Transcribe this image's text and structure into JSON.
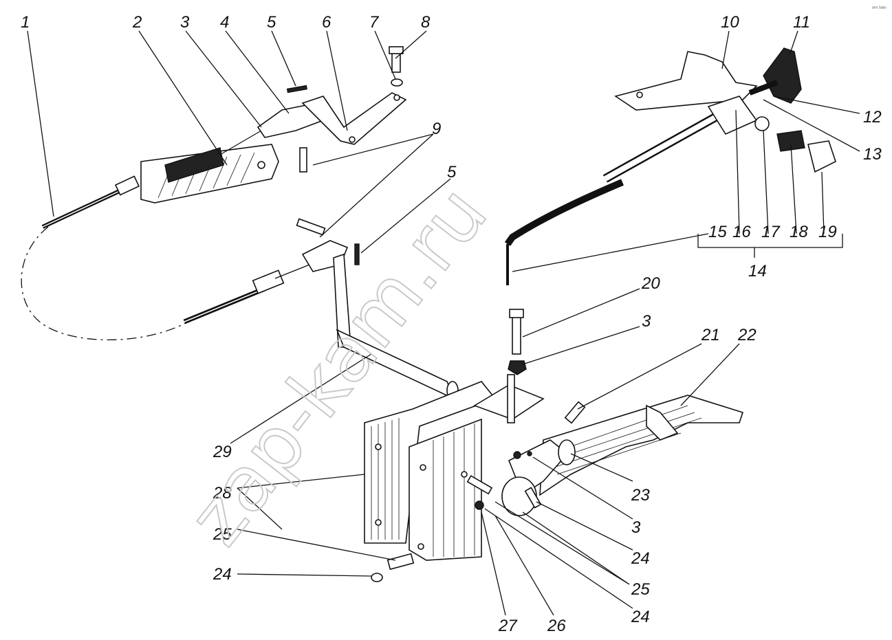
{
  "watermark": "zap-kam.ru",
  "corner_mark": "ᵃʳᵐ ᵇᵃᵇᵒ",
  "callouts": [
    "1",
    "2",
    "3",
    "4",
    "5",
    "6",
    "7",
    "8",
    "9",
    "5",
    "10",
    "11",
    "12",
    "13",
    "15",
    "16",
    "17",
    "18",
    "19",
    "14",
    "20",
    "3",
    "21",
    "22",
    "29",
    "28",
    "25",
    "24",
    "23",
    "3",
    "24",
    "25",
    "24",
    "27",
    "26"
  ]
}
